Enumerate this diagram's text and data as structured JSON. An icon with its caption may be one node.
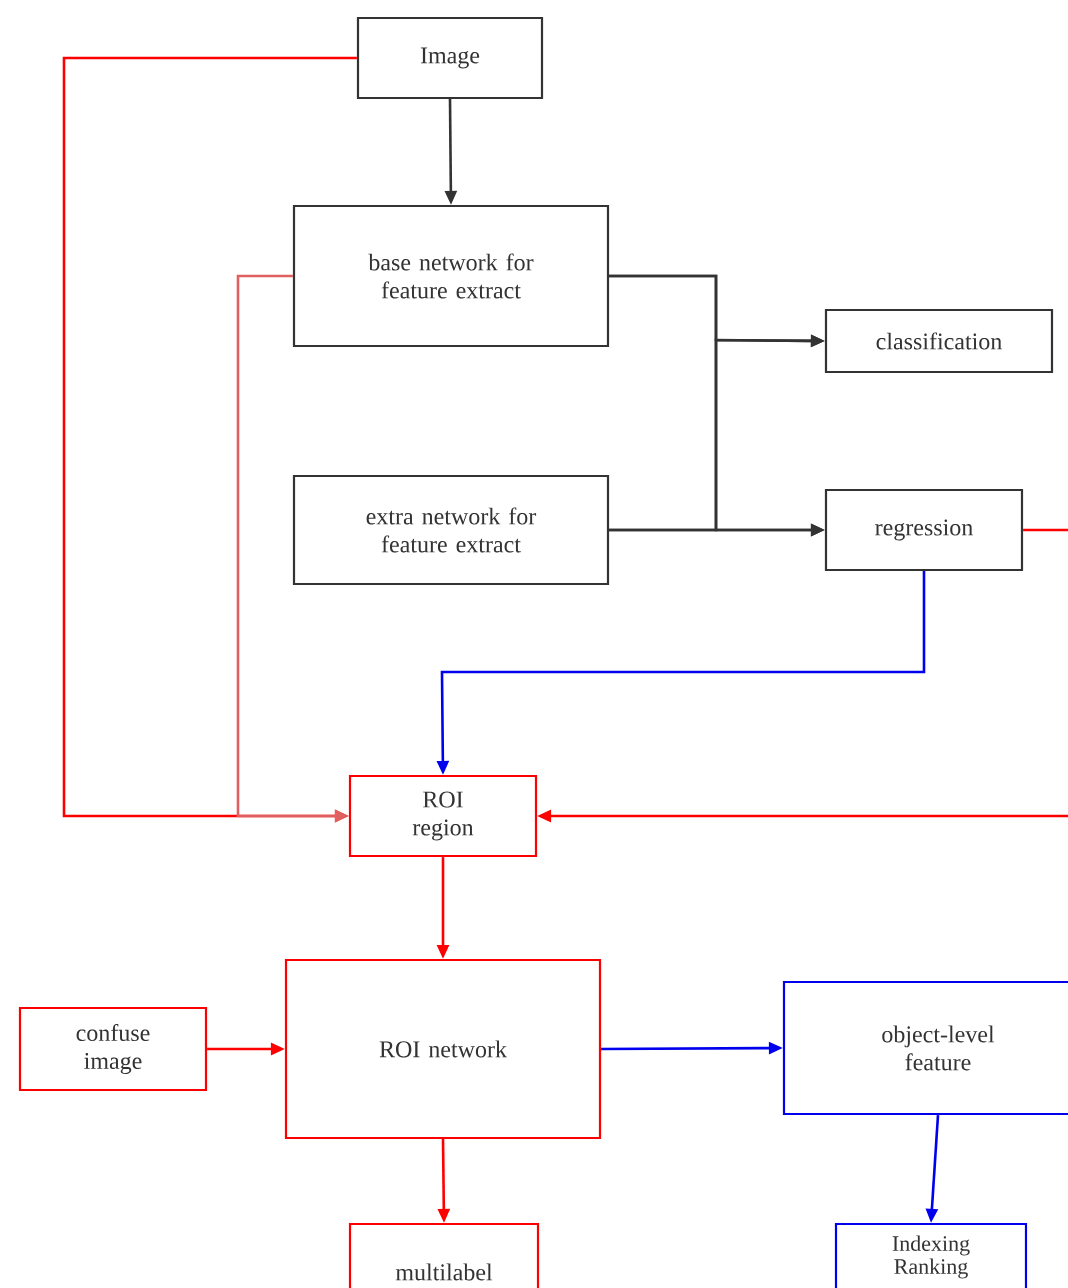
{
  "diagram": {
    "nodes": [
      {
        "text": [
          "Image"
        ]
      },
      {
        "text": [
          "base network for feature extract"
        ]
      },
      {
        "text": [
          "classification"
        ]
      },
      {
        "text": [
          "extra network for feature extract"
        ]
      },
      {
        "text": [
          "regression"
        ]
      },
      {
        "text": [
          "ROI region"
        ]
      },
      {
        "text": [
          "confuse image"
        ]
      },
      {
        "text": [
          "ROI network"
        ]
      },
      {
        "text": [
          "object-level feature"
        ]
      },
      {
        "text": [
          "multilabel"
        ]
      },
      {
        "text": [
          "Indexing Ranking"
        ]
      }
    ],
    "edges": [
      {
        "from": 0,
        "to": 1,
        "arrow": "to",
        "color": "#333333"
      },
      {
        "from": 0,
        "to": 5,
        "arrow": "to"
      },
      {
        "from": 1,
        "to": 5,
        "arrow": "to",
        "color": "#e06060"
      },
      {
        "from": 1,
        "to": 2,
        "arrow": "to",
        "color": "#333333"
      },
      {
        "from": 1,
        "to": 4,
        "arrow": "to",
        "color": "#333333"
      },
      {
        "from": 3,
        "to": 2,
        "arrow": "to",
        "color": "#333333"
      },
      {
        "from": 3,
        "to": 4,
        "arrow": "to",
        "color": "#333333"
      },
      {
        "from": 4,
        "to": 5,
        "arrow": "to",
        "color": "#0000ee"
      },
      {
        "from": 4,
        "to": null,
        "arrow": "none"
      },
      {
        "from": null,
        "to": 5,
        "arrow": "to"
      },
      {
        "from": 5,
        "to": 7,
        "arrow": "to"
      },
      {
        "from": 6,
        "to": 7,
        "arrow": "to"
      },
      {
        "from": 7,
        "to": 8,
        "arrow": "to",
        "color": "#0000ee"
      },
      {
        "from": 7,
        "to": 9,
        "arrow": "to"
      },
      {
        "from": 8,
        "to": 10,
        "arrow": "to",
        "color": "#0000ee"
      }
    ]
  }
}
